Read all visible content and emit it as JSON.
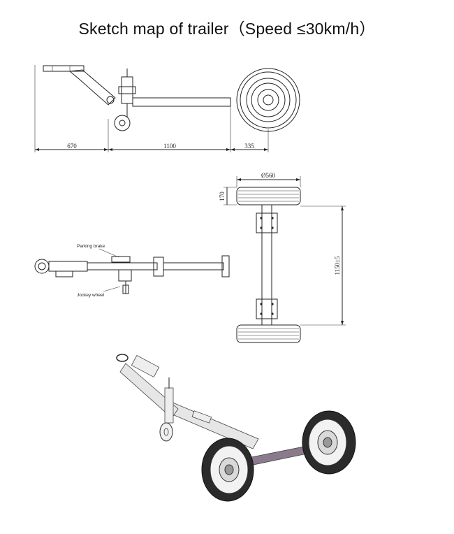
{
  "title": "Sketch map of trailer（Speed ≤30km/h）",
  "side_view": {
    "dim_left": "670",
    "dim_middle": "1100",
    "dim_right": "335"
  },
  "top_view": {
    "label_parking_brake": "Parking brake",
    "label_jockey_wheel": "Jockey wheel"
  },
  "front_view": {
    "dim_wheel_diameter": "Ø560",
    "dim_tyre_width": "170",
    "dim_track": "1150±5"
  },
  "colors": {
    "line": "#222222",
    "axle_3d": "#8a7a8c",
    "frame_3d": "#e6e6e6"
  }
}
